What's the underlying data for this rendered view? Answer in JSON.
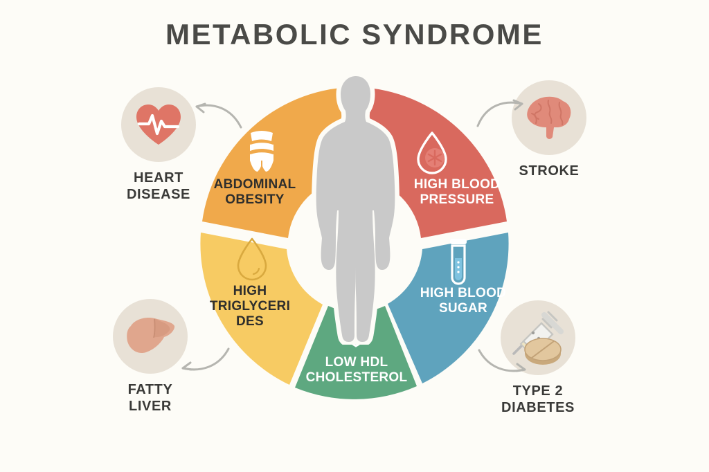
{
  "title": "METABOLIC SYNDROME",
  "background_color": "#FDFCF7",
  "title_color": "#4A4A47",
  "center": {
    "figure_name": "human-body-silhouette",
    "figure_color": "#C9C9C9"
  },
  "chart_data": {
    "type": "pie",
    "title": "METABOLIC SYNDROME",
    "categories": [
      "ABDOMINAL OBESITY",
      "HIGH BLOOD PRESSURE",
      "HIGH BLOOD SUGAR",
      "LOW HDL CHOLESTEROL",
      "HIGH TRIGLYCERI DES"
    ],
    "values": [
      20,
      20,
      20,
      20,
      20
    ],
    "colors": [
      "#F0A94B",
      "#D9695E",
      "#5FA3BD",
      "#5EA880",
      "#F7CB63"
    ],
    "legend": "none",
    "xlabel": "",
    "ylabel": ""
  },
  "segments": [
    {
      "id": "abdominal-obesity",
      "label_line1": "ABDOMINAL",
      "label_line2": "OBESITY",
      "color": "#F0A94B",
      "text_color": "#2E2E2C",
      "icon": "waist-measure-icon"
    },
    {
      "id": "high-blood-pressure",
      "label_line1": "HIGH BLOOD",
      "label_line2": "PRESSURE",
      "color": "#D9695E",
      "text_color": "#FFFFFF",
      "icon": "blood-drop-icon"
    },
    {
      "id": "high-blood-sugar",
      "label_line1": "HIGH BLOOD",
      "label_line2": "SUGAR",
      "color": "#5FA3BD",
      "text_color": "#FFFFFF",
      "icon": "test-tube-icon"
    },
    {
      "id": "low-hdl-cholesterol",
      "label_line1": "LOW HDL",
      "label_line2": "CHOLESTEROL",
      "color": "#5EA880",
      "text_color": "#FFFFFF",
      "icon": "shield-down-arrow-icon"
    },
    {
      "id": "high-triglycerides",
      "label_line1": "HIGH",
      "label_line2": "TRIGLYCERI",
      "label_line3": "DES",
      "color": "#F7CB63",
      "text_color": "#2E2E2C",
      "icon": "droplet-icon"
    }
  ],
  "outcomes": [
    {
      "id": "heart-disease",
      "label_line1": "HEART",
      "label_line2": "DISEASE",
      "icon": "heart-ecg-icon",
      "icon_color": "#DF7566",
      "circle_color": "#E8E1D6",
      "arrow_direction": "left"
    },
    {
      "id": "stroke",
      "label_line1": "STROKE",
      "label_line2": "",
      "icon": "brain-icon",
      "icon_color": "#E08A7A",
      "circle_color": "#E8E1D6",
      "arrow_direction": "right"
    },
    {
      "id": "fatty-liver",
      "label_line1": "FATTY",
      "label_line2": "LIVER",
      "icon": "liver-icon",
      "icon_color": "#E0A68D",
      "circle_color": "#E8E1D6",
      "arrow_direction": "left"
    },
    {
      "id": "type2-diabetes",
      "label_line1": "TYPE 2",
      "label_line2": "DIABETES",
      "icon": "syringe-pill-icon",
      "icon_color": "#D6B98C",
      "circle_color": "#E8E1D6",
      "arrow_direction": "right"
    }
  ]
}
